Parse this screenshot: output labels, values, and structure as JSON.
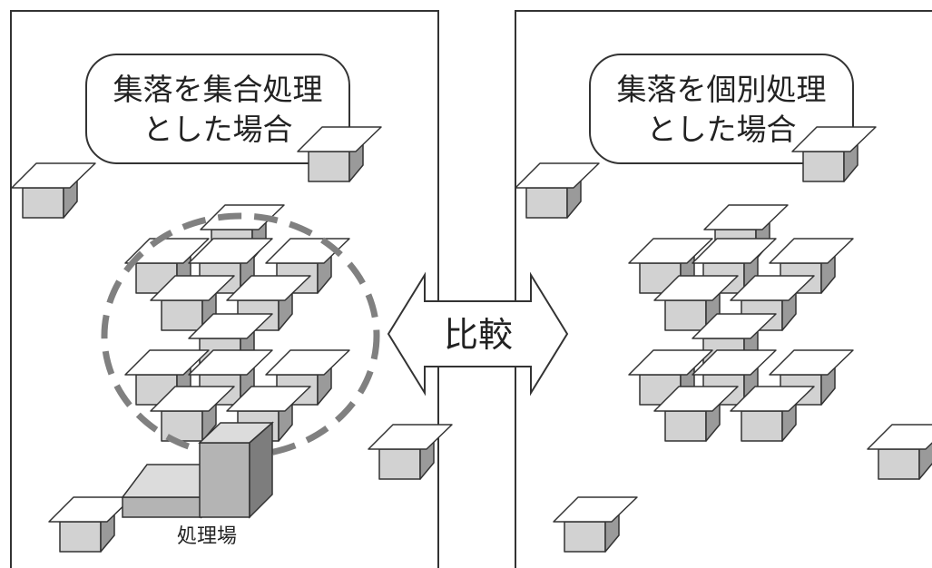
{
  "left_panel": {
    "title_line1": "集落を集合処理",
    "title_line2": "とした場合",
    "facility_label": "処理場"
  },
  "right_panel": {
    "title_line1": "集落を個別処理",
    "title_line2": "とした場合"
  },
  "center_arrow": {
    "label": "比較"
  },
  "colors": {
    "roof": "#ffffff",
    "front_wall": "#d2d2d2",
    "side_wall": "#9a9a9a",
    "outline": "#333333",
    "dashed_circle": "#808080",
    "facility_front": "#b4b4b4",
    "facility_side": "#7d7d7d",
    "facility_top": "#dcdcdc"
  },
  "icons": {
    "house": "house-icon",
    "facility": "treatment-plant-icon",
    "arrow": "double-arrow-icon"
  }
}
